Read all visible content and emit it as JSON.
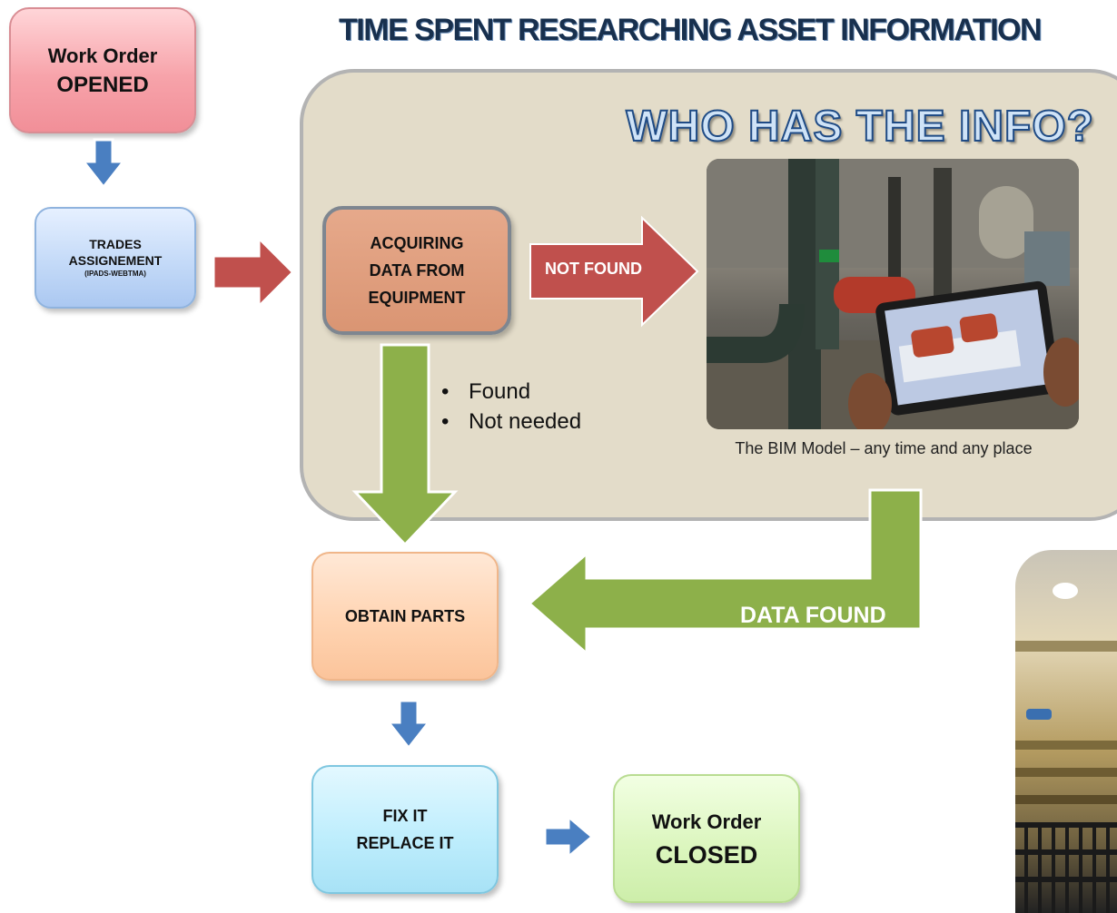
{
  "title": "TIME SPENT RESEARCHING ASSET INFORMATION",
  "work_order_opened": {
    "line1": "Work Order",
    "line2": "OPENED"
  },
  "trades": {
    "line1": "TRADES",
    "line2": "ASSIGNEMENT",
    "line3": "(IPADS-WEBTMA)"
  },
  "panel_heading": "WHO HAS THE INFO?",
  "acquiring": {
    "line1": "ACQUIRING",
    "line2": "DATA FROM",
    "line3": "EQUIPMENT"
  },
  "not_found_label": "NOT FOUND",
  "bullets": [
    "Found",
    "Not needed"
  ],
  "photo_caption": "The BIM Model – any time and any place",
  "data_found_label": "DATA FOUND",
  "obtain_parts": "OBTAIN PARTS",
  "fix_it": {
    "line1": "FIX IT",
    "line2": "REPLACE IT"
  },
  "work_order_closed": {
    "line1": "Work Order",
    "line2": "CLOSED"
  },
  "colors": {
    "red_arrow": "#c0504d",
    "green_arrow": "#8db04a",
    "blue_arrow": "#4a7fc1",
    "panel_bg": "#e3dcc9"
  }
}
